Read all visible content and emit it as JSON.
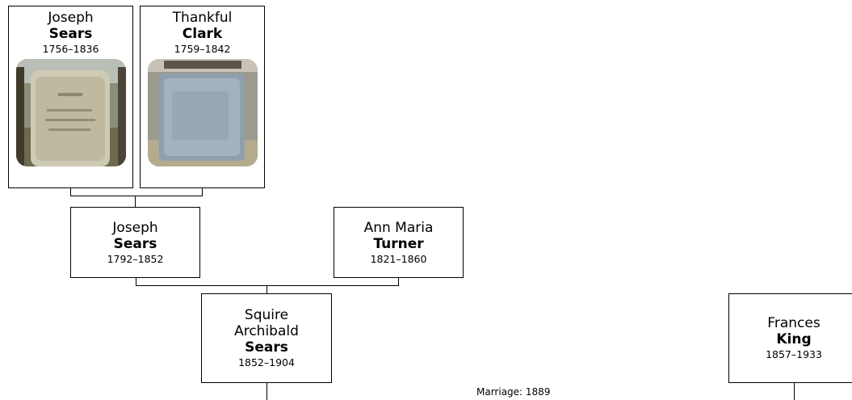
{
  "people": {
    "joseph_sears_sr": {
      "given": "Joseph",
      "surname": "Sears",
      "dates": "1756–1836",
      "photo": "gravestone"
    },
    "thankful_clark": {
      "given": "Thankful",
      "surname": "Clark",
      "dates": "1759–1842",
      "photo": "gravestone"
    },
    "joseph_sears": {
      "given": "Joseph",
      "surname": "Sears",
      "dates": "1792–1852"
    },
    "ann_maria_turner": {
      "given": "Ann Maria",
      "surname": "Turner",
      "dates": "1821–1860"
    },
    "squire_archibald_sears": {
      "given_line1": "Squire",
      "given_line2": "Archibald",
      "surname": "Sears",
      "dates": "1852–1904"
    },
    "frances_king": {
      "given": "Frances",
      "surname": "King",
      "dates": "1857–1933"
    }
  },
  "marriage": {
    "label": "Marriage: 1889"
  }
}
